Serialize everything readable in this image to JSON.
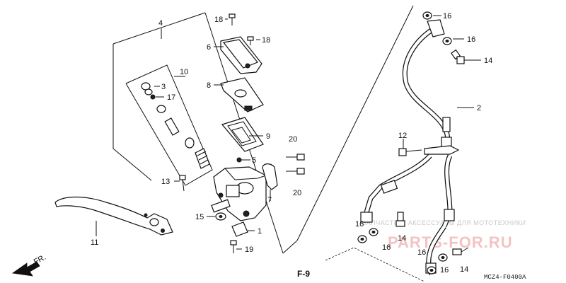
{
  "labels": {
    "l1": "1",
    "l2": "2",
    "l3": "3",
    "l4": "4",
    "l5": "5",
    "l6": "6",
    "l7": "7",
    "l8": "8",
    "l9": "9",
    "l10": "10",
    "l11": "11",
    "l12": "12",
    "l13": "13",
    "l14a": "14",
    "l14b": "14",
    "l14c": "14",
    "l15": "15",
    "l16a": "16",
    "l16b": "16",
    "l16c": "16",
    "l16d": "16",
    "l16e": "16",
    "l16f": "16",
    "l17": "17",
    "l18a": "18",
    "l18b": "18",
    "l19": "19",
    "l20a": "20",
    "l20b": "20"
  },
  "page_ref": "F-9",
  "direction": "FR.",
  "diagram_code": "MCZ4-F0400A",
  "watermark": {
    "line1": "ЗАПЧАСТИ И АКСЕССУАРЫ ДЛЯ МОТОТЕХНИКИ",
    "line2": "PARTS-FOR.RU"
  }
}
